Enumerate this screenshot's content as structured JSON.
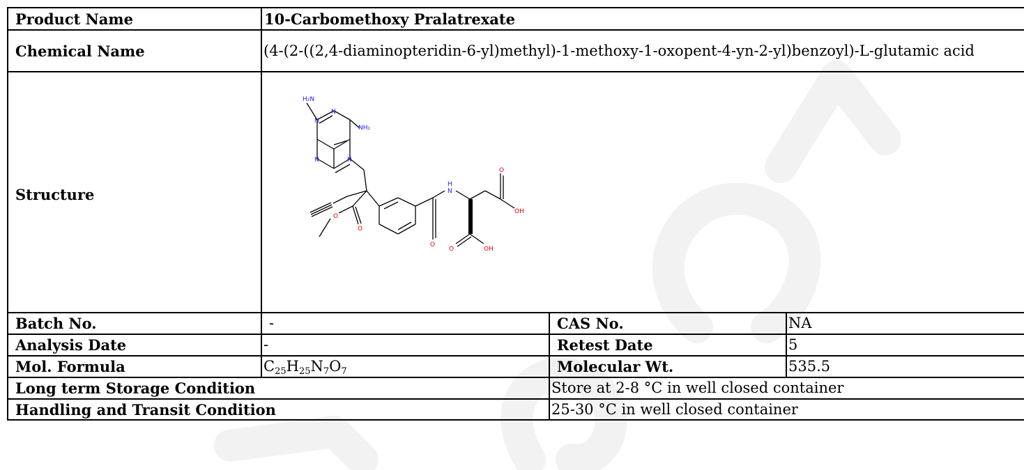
{
  "product_name": {
    "label": "Product Name",
    "value": "10-Carbomethoxy Pralatrexate"
  },
  "chemical_name": {
    "label": "Chemical Name",
    "value": "(4-(2-((2,4-diaminopteridin-6-yl)methyl)-1-methoxy-1-oxopent-4-yn-2-yl)benzoyl)-L-glutamic acid"
  },
  "structure": {
    "label": "Structure",
    "atoms": {
      "h2n": "H₂N",
      "nh2": "NH₂",
      "n": "N",
      "o": "O",
      "oh": "OH",
      "h": "H"
    }
  },
  "batch_no": {
    "label": "Batch No.",
    "value": "-"
  },
  "cas_no": {
    "label": "CAS No.",
    "value": "NA"
  },
  "analysis_date": {
    "label": "Analysis Date",
    "value": "-"
  },
  "retest_date": {
    "label": "Retest Date",
    "value": "5"
  },
  "mol_formula": {
    "label": "Mol. Formula",
    "parts": [
      {
        "el": "C",
        "n": "25"
      },
      {
        "el": "H",
        "n": "25"
      },
      {
        "el": "N",
        "n": "7"
      },
      {
        "el": "O",
        "n": "7"
      }
    ]
  },
  "molecular_wt": {
    "label": "Molecular Wt.",
    "value": "535.5"
  },
  "long_term_storage": {
    "label": "Long term Storage Condition",
    "value": "Store at 2-8 °C in well closed container"
  },
  "handling_transit": {
    "label": "Handling and Transit Condition",
    "value": "25-30 °C in well closed container"
  },
  "colors": {
    "nitrogen": "#1a1aff",
    "oxygen": "#e60000",
    "bond": "#000000",
    "watermark": "#f2f2f2"
  }
}
